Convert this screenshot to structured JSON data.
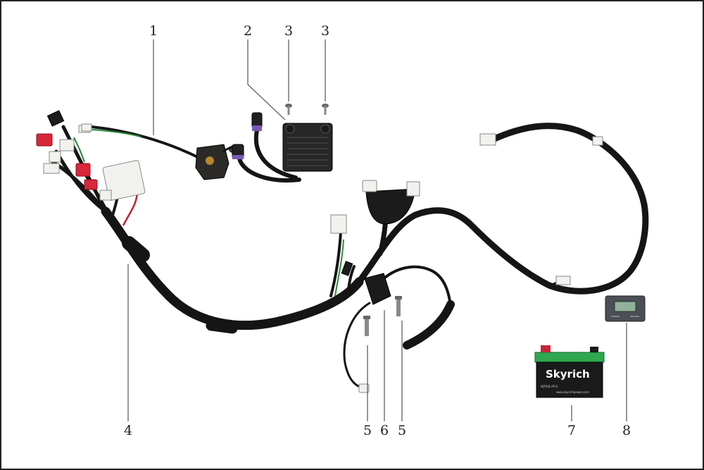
{
  "callouts": [
    {
      "id": "1",
      "label": "1"
    },
    {
      "id": "2",
      "label": "2"
    },
    {
      "id": "3a",
      "label": "3"
    },
    {
      "id": "3b",
      "label": "3"
    },
    {
      "id": "4",
      "label": "4"
    },
    {
      "id": "5a",
      "label": "5"
    },
    {
      "id": "6",
      "label": "6"
    },
    {
      "id": "5b",
      "label": "5"
    },
    {
      "id": "7",
      "label": "7"
    },
    {
      "id": "8",
      "label": "8"
    }
  ],
  "battery": {
    "brand": "Skyrich",
    "small_text_1": "HJTX4L-FP-S",
    "small_text_2": "www.skyrichpower.com"
  },
  "colors": {
    "harness": "#151515",
    "connector_red": "#d8263a",
    "connector_white": "#f1f1ee",
    "battery_green": "#2fa84f",
    "battery_body": "#1a1a1a",
    "meter_screen": "#8fb39a"
  }
}
